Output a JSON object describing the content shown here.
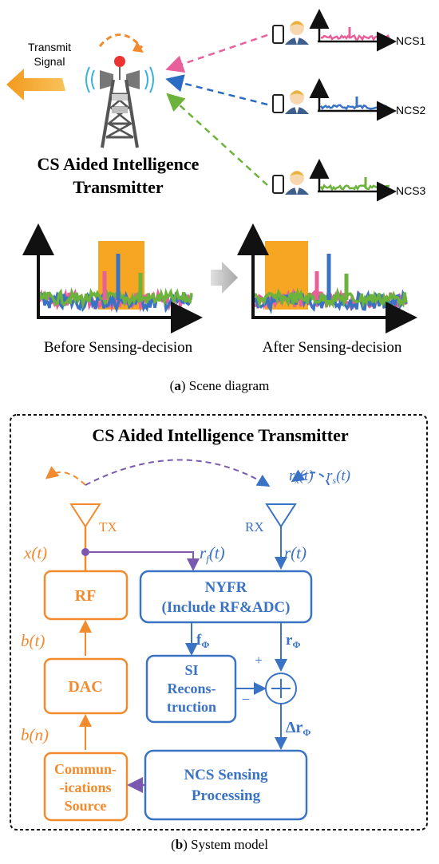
{
  "colors": {
    "pink": "#e8609a",
    "blue": "#3a72c4",
    "green": "#6bb33a",
    "orange": "#f28a2e",
    "band": "#f6a623",
    "purple": "#7a5ab0",
    "dark": "#222222",
    "grey": "#9a9a9a"
  },
  "scene": {
    "transmit_signal_line1": "Transmit",
    "transmit_signal_line2": "Signal",
    "tower_title_line1": "CS Aided Intelligence",
    "tower_title_line2": "Transmitter",
    "ncs": [
      {
        "label": "NCS1",
        "color": "pink"
      },
      {
        "label": "NCS2",
        "color": "blue"
      },
      {
        "label": "NCS3",
        "color": "green"
      }
    ],
    "before_caption": "Before Sensing-decision",
    "after_caption": "After Sensing-decision",
    "caption_letter": "a",
    "caption_text": "Scene diagram"
  },
  "system": {
    "title": "CS Aided Intelligence Transmitter",
    "tx_label": "TX",
    "rx_label": "RX",
    "rx_signal": "r_x(t)",
    "rs_signal": "r_s(t)",
    "x_t": "x(t)",
    "rf_t": "r_f(t)",
    "r_t": "r(t)",
    "b_t": "b(t)",
    "b_n": "b(n)",
    "rf_block": "RF",
    "dac_block": "DAC",
    "source_line1": "Commun-",
    "source_line2": "-ications",
    "source_line3": "Source",
    "nyfr_line1": "NYFR",
    "nyfr_line2": "(Include RF&ADC)",
    "f_phi": "f",
    "r_phi": "r",
    "phi": "Φ",
    "si_line1": "SI",
    "si_line2": "Recons-",
    "si_line3": "truction",
    "plus": "+",
    "minus": "−",
    "delta_r": "Δr",
    "ncs_line1": "NCS Sensing",
    "ncs_line2": "Processing",
    "caption_letter": "b",
    "caption_text": "System model"
  }
}
